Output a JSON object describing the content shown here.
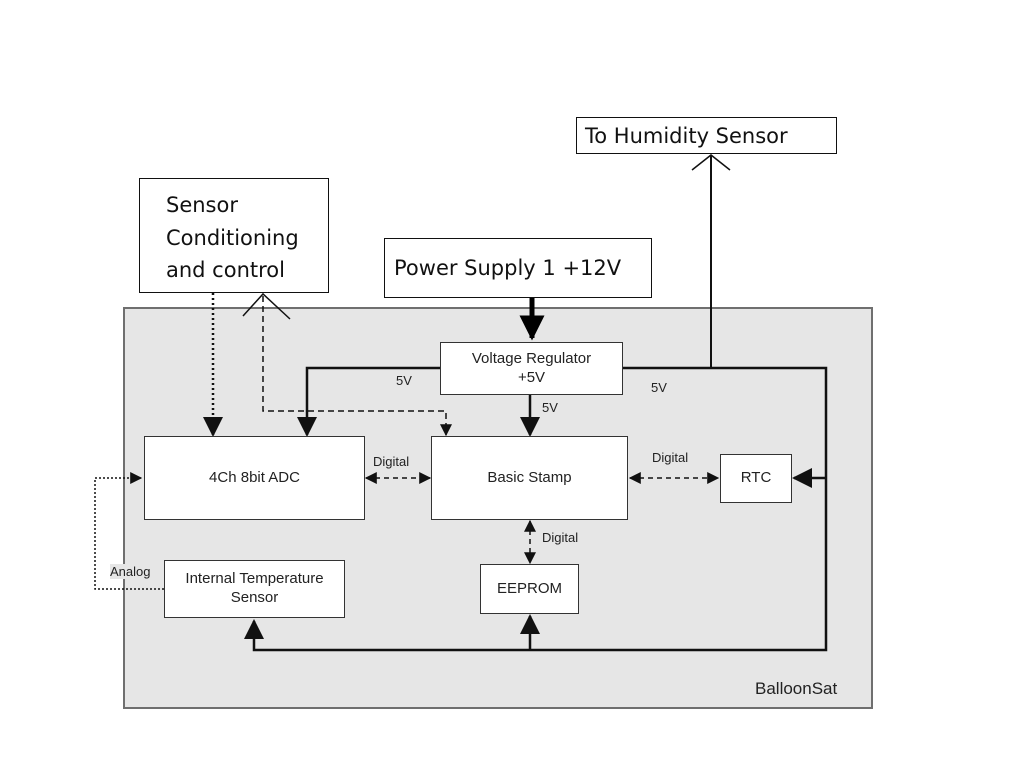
{
  "enclosure": {
    "label": "BalloonSat"
  },
  "external": {
    "sensor_conditioning": "Sensor\nConditioning\nand control",
    "power_supply": "Power Supply 1  +12V",
    "humidity": "To  Humidity Sensor"
  },
  "blocks": {
    "voltage_regulator": "Voltage Regulator\n+5V",
    "adc": "4Ch 8bit ADC",
    "basic_stamp": "Basic Stamp",
    "rtc": "RTC",
    "eeprom": "EEPROM",
    "temp_sensor": "Internal Temperature\nSensor"
  },
  "labels": {
    "v5_left": "5V",
    "v5_center": "5V",
    "v5_right": "5V",
    "digital_adc_stamp": "Digital",
    "digital_stamp_rtc": "Digital",
    "digital_stamp_eeprom": "Digital",
    "analog": "Analog"
  }
}
